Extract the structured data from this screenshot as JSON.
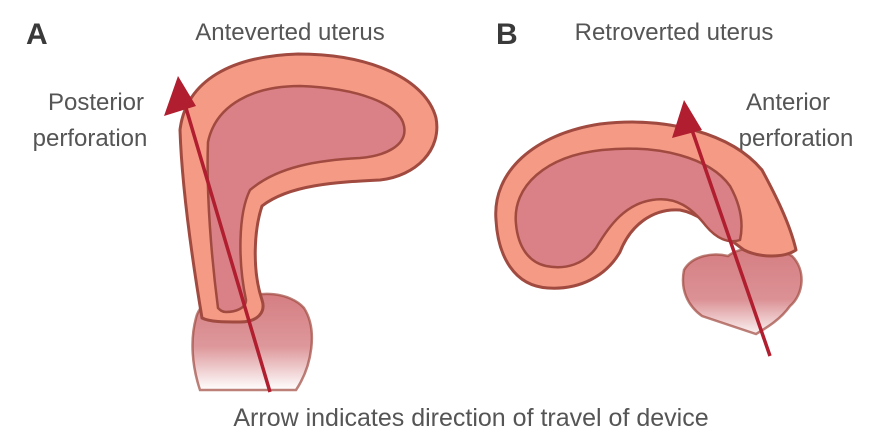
{
  "panel_a": {
    "letter": "A",
    "title": "Anteverted uterus",
    "perforation_label_line1": "Posterior",
    "perforation_label_line2": "perforation"
  },
  "panel_b": {
    "letter": "B",
    "title": "Retroverted uterus",
    "perforation_label_line1": "Anterior",
    "perforation_label_line2": "perforation"
  },
  "caption": "Arrow indicates direction of travel of device",
  "colors": {
    "outer_wall": "#f59a84",
    "outer_outline": "#a04a40",
    "inner_cavity": "#d98187",
    "cervix": "#d57e82",
    "arrow": "#b01e2f",
    "text": "#555555",
    "letters": "#3a3a3a"
  }
}
